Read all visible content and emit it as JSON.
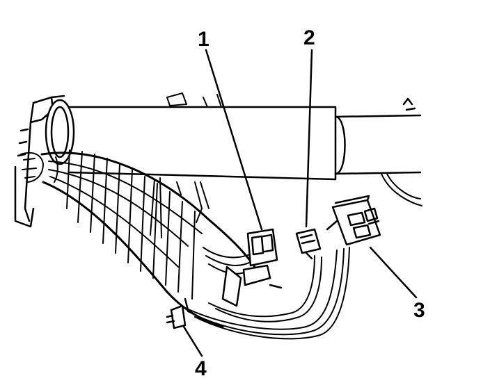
{
  "diagram": {
    "callouts": [
      {
        "id": "1",
        "label": "1"
      },
      {
        "id": "2",
        "label": "2"
      },
      {
        "id": "3",
        "label": "3"
      },
      {
        "id": "4",
        "label": "4"
      }
    ],
    "colors": {
      "ink": "#000000",
      "paper": "#ffffff"
    }
  }
}
